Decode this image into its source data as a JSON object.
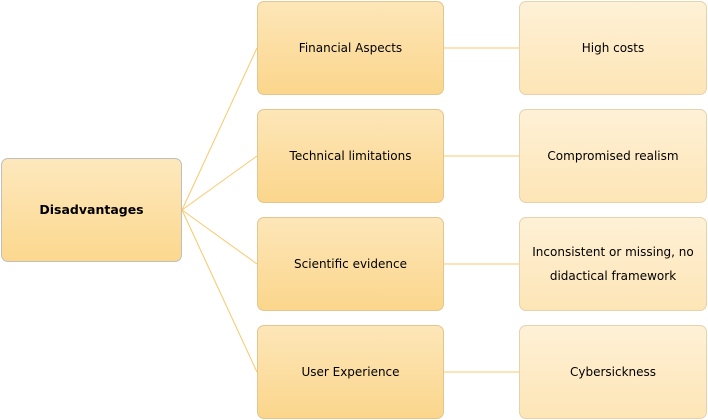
{
  "root": {
    "label": "Disadvantages"
  },
  "branches": [
    {
      "category": "Financial Aspects",
      "detail": "High costs"
    },
    {
      "category": "Technical limitations",
      "detail": "Compromised realism"
    },
    {
      "category": "Scientific evidence",
      "detail": "Inconsistent or missing, no didactical framework"
    },
    {
      "category": "User Experience",
      "detail": "Cybersickness"
    }
  ],
  "colors": {
    "connector": "#f9c86a",
    "box_border": "#bfbfbf"
  }
}
